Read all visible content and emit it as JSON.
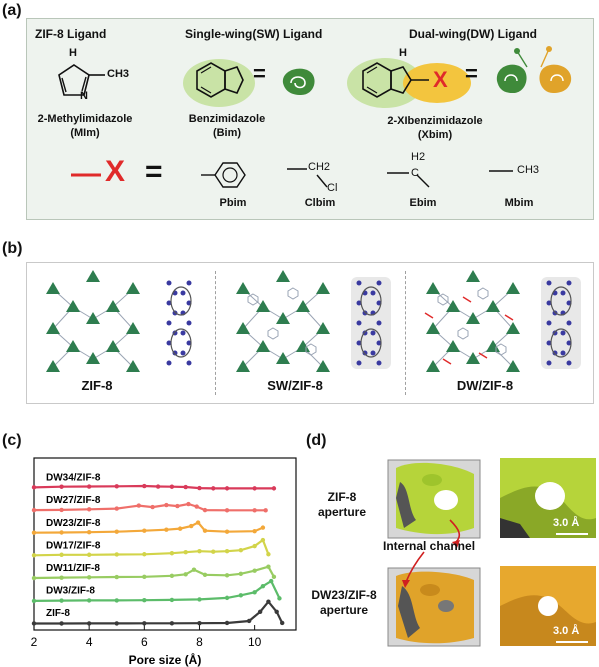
{
  "panels": {
    "a": {
      "label": "(a)",
      "zif8_title": "ZIF-8 Ligand",
      "sw_title": "Single-wing(SW) Ligand",
      "dw_title": "Dual-wing(DW) Ligand",
      "mim_name": "2-Methylimidazole",
      "mim_abbr": "(MIm)",
      "bim_name": "Benzimidazole",
      "bim_abbr": "(Bim)",
      "xbim_name": "2-XIbenzimidazole",
      "xbim_abbr": "(Xbim)",
      "nh": "H",
      "n": "N",
      "ch3": "CH3",
      "x_symbol": "X",
      "equals": "=",
      "substituents": [
        {
          "name": "Pbim"
        },
        {
          "name": "Clbim",
          "atoms": "CH2",
          "atom2": "Cl"
        },
        {
          "name": "Ebim",
          "atoms": "H2",
          "atom2": "C"
        },
        {
          "name": "Mbim",
          "atoms": "CH3"
        }
      ]
    },
    "b": {
      "label": "(b)",
      "frameworks": [
        "ZIF-8",
        "SW/ZIF-8",
        "DW/ZIF-8"
      ]
    },
    "c": {
      "label": "(c)"
    },
    "d": {
      "label": "(d)",
      "zif8_aperture_line1": "ZIF-8",
      "zif8_aperture_line2": "aperture",
      "dw_aperture_line1": "DW23/ZIF-8",
      "dw_aperture_line2": "aperture",
      "internal_channel": "Internal channel",
      "scale1": "3.0 Å",
      "scale2": "3.0 Å"
    }
  },
  "colors": {
    "green_light": "#c9e3a6",
    "green_dark": "#3f8a3a",
    "yellow": "#f3c53e",
    "red": "#e02a2a",
    "tetra": "#2e7d4f",
    "lime": "#b6d43a",
    "gold": "#e0a32a"
  },
  "chart_data": {
    "type": "line",
    "xlabel": "Pore size (Å)",
    "ylabel": "",
    "xlim": [
      2,
      11.5
    ],
    "xticks": [
      2,
      4,
      6,
      8,
      10
    ],
    "series": [
      {
        "name": "DW34/ZIF-8",
        "color": "#d93a5a",
        "offset": 6,
        "x": [
          2,
          3,
          4,
          5,
          6,
          6.5,
          7,
          7.5,
          8,
          8.5,
          9,
          10,
          10.7
        ],
        "y": [
          0.12,
          0.18,
          0.2,
          0.22,
          0.25,
          0.2,
          0.18,
          0.15,
          0.05,
          0.02,
          0.02,
          0.02,
          0.02
        ]
      },
      {
        "name": "DW27/ZIF-8",
        "color": "#ef6f6a",
        "offset": 5,
        "x": [
          2,
          3,
          4,
          5,
          5.8,
          6.3,
          6.8,
          7.2,
          7.6,
          7.9,
          8.2,
          9,
          10,
          10.4
        ],
        "y": [
          0.1,
          0.12,
          0.18,
          0.25,
          0.55,
          0.4,
          0.6,
          0.5,
          0.7,
          0.45,
          0.1,
          0.08,
          0.08,
          0.08
        ]
      },
      {
        "name": "DW23/ZIF-8",
        "color": "#f3a83a",
        "offset": 4,
        "x": [
          2,
          3,
          4,
          5,
          6,
          6.8,
          7.3,
          7.7,
          7.95,
          8.2,
          9,
          10,
          10.3
        ],
        "y": [
          0.1,
          0.12,
          0.15,
          0.2,
          0.3,
          0.4,
          0.5,
          0.75,
          1.1,
          0.3,
          0.2,
          0.25,
          0.6
        ]
      },
      {
        "name": "DW17/ZIF-8",
        "color": "#d2d44a",
        "offset": 3,
        "x": [
          2,
          3,
          4,
          5,
          6,
          7,
          7.5,
          8,
          8.5,
          9,
          9.5,
          10,
          10.3,
          10.5
        ],
        "y": [
          0.1,
          0.15,
          0.15,
          0.18,
          0.2,
          0.3,
          0.4,
          0.5,
          0.45,
          0.5,
          0.6,
          1.0,
          1.6,
          0.2
        ]
      },
      {
        "name": "DW11/ZIF-8",
        "color": "#98cc62",
        "offset": 2,
        "x": [
          2,
          3,
          4,
          5,
          6,
          7,
          7.5,
          7.8,
          8.2,
          9,
          9.5,
          10,
          10.5,
          10.7
        ],
        "y": [
          0.08,
          0.12,
          0.15,
          0.18,
          0.2,
          0.3,
          0.45,
          0.9,
          0.4,
          0.35,
          0.5,
          0.8,
          1.2,
          0.2
        ]
      },
      {
        "name": "DW3/ZIF-8",
        "color": "#5cbc6a",
        "offset": 1,
        "x": [
          2,
          3,
          4,
          5,
          6,
          7,
          8,
          9,
          9.5,
          10,
          10.3,
          10.6,
          10.9
        ],
        "y": [
          0.05,
          0.08,
          0.1,
          0.1,
          0.12,
          0.15,
          0.2,
          0.35,
          0.6,
          0.9,
          1.5,
          2.0,
          0.3
        ]
      },
      {
        "name": "ZIF-8",
        "color": "#3a3a3a",
        "offset": 0,
        "x": [
          2,
          3,
          4,
          5,
          6,
          7,
          8,
          9,
          9.8,
          10.2,
          10.5,
          10.8,
          11.0
        ],
        "y": [
          0.05,
          0.05,
          0.06,
          0.06,
          0.07,
          0.07,
          0.08,
          0.1,
          0.3,
          1.2,
          2.2,
          1.2,
          0.1
        ]
      }
    ]
  }
}
